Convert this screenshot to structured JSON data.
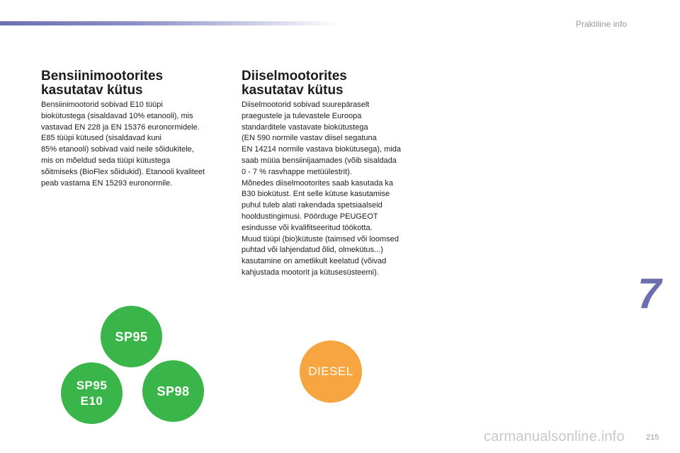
{
  "header": {
    "section_label": "Praktiline info"
  },
  "left": {
    "heading": [
      "Bensiinimootorites",
      "kasutatav kütus"
    ],
    "lines": [
      "Bensiinimootorid sobivad E10 tüüpi",
      "biokütustega (sisaldavad 10% etanooli), mis",
      "vastavad EN 228 ja EN 15376 euronormidele.",
      "E85 tüüpi kütused (sisaldavad kuni",
      "85% etanooli) sobivad vaid neile sõidukitele,",
      "mis on mõeldud seda tüüpi kütustega",
      "sõitmiseks (BioFlex sõidukid). Etanooli kvaliteet",
      "peab vastama EN 15293 euronormile."
    ]
  },
  "right": {
    "heading": [
      "Diiselmootorites",
      "kasutatav kütus"
    ],
    "lines": [
      "Diiselmootorid sobivad suurepäraselt",
      "praegustele ja tulevastele Euroopa",
      "standarditele vastavate biokütustega",
      "(EN 590 normile vastav diisel segatuna",
      "EN 14214 normile vastava biokütusega), mida",
      "saab müüa bensiinijaamades (võib sisaldada",
      "0 - 7 % rasvhappe metüülestrit).",
      "Mõnedes diiselmootorites saab kasutada ka",
      "B30 biokütust. Ent selle kütuse kasutamise",
      "puhul tuleb alati rakendada spetsiaalseid",
      "hooldustingimusi. Pöörduge PEUGEOT",
      "esindusse või kvalifitseeritud töökotta.",
      "Muud tüüpi (bio)kütuste (taimsed või loomsed",
      "puhtad või lahjendatud õlid, olmekütus...)",
      "kasutamine on ametlikult keelatud (võivad",
      "kahjustada mootorit ja kütusesüsteemi)."
    ]
  },
  "badges": {
    "sp95": "SP95",
    "sp95e10": [
      "SP95",
      "E10"
    ],
    "sp98": "SP98",
    "diesel": "DIESEL",
    "green_color": "#3ab54a",
    "orange_color": "#f7a541"
  },
  "footer": {
    "chapter_number": "7",
    "page_number": "215",
    "watermark": "carmanualsonline.info"
  }
}
